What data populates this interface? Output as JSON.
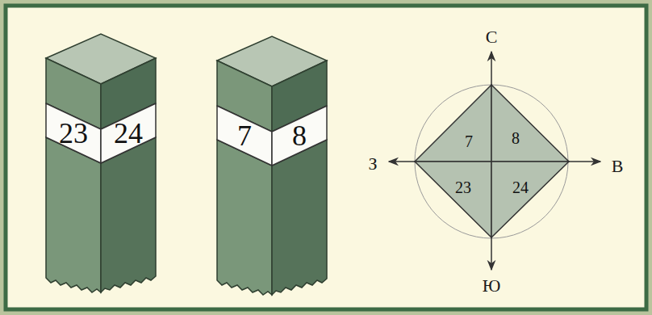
{
  "diagram": {
    "nodes": [
      {
        "text": [
          "23"
        ]
      },
      {
        "text": [
          "24"
        ]
      },
      {
        "text": [
          "7"
        ]
      },
      {
        "text": [
          "8"
        ]
      },
      {
        "text": [
          "7"
        ]
      },
      {
        "text": [
          "8"
        ]
      },
      {
        "text": [
          "23"
        ]
      },
      {
        "text": [
          "24"
        ]
      }
    ],
    "labels": [
      "С",
      "З",
      "В",
      "Ю"
    ]
  }
}
